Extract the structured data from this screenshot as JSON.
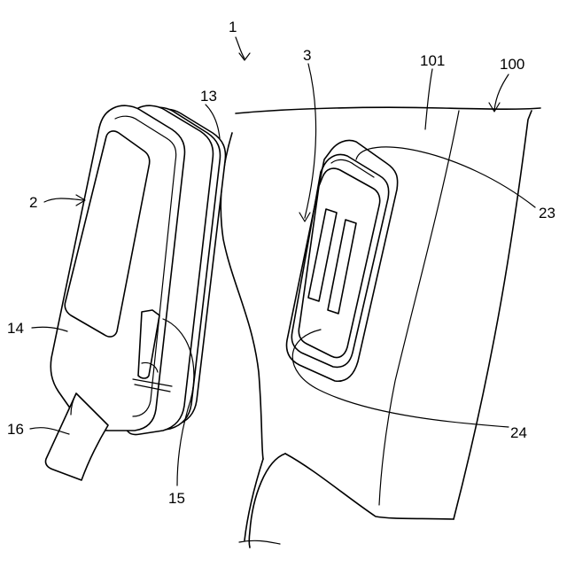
{
  "figure": {
    "labels": {
      "assembly": "1",
      "device": "2",
      "holder": "3",
      "body_layer": "13",
      "panel": "14",
      "slot": "15",
      "strap": "16",
      "recess": "23",
      "mount_base": "24",
      "garment": "100",
      "surface": "101"
    }
  }
}
